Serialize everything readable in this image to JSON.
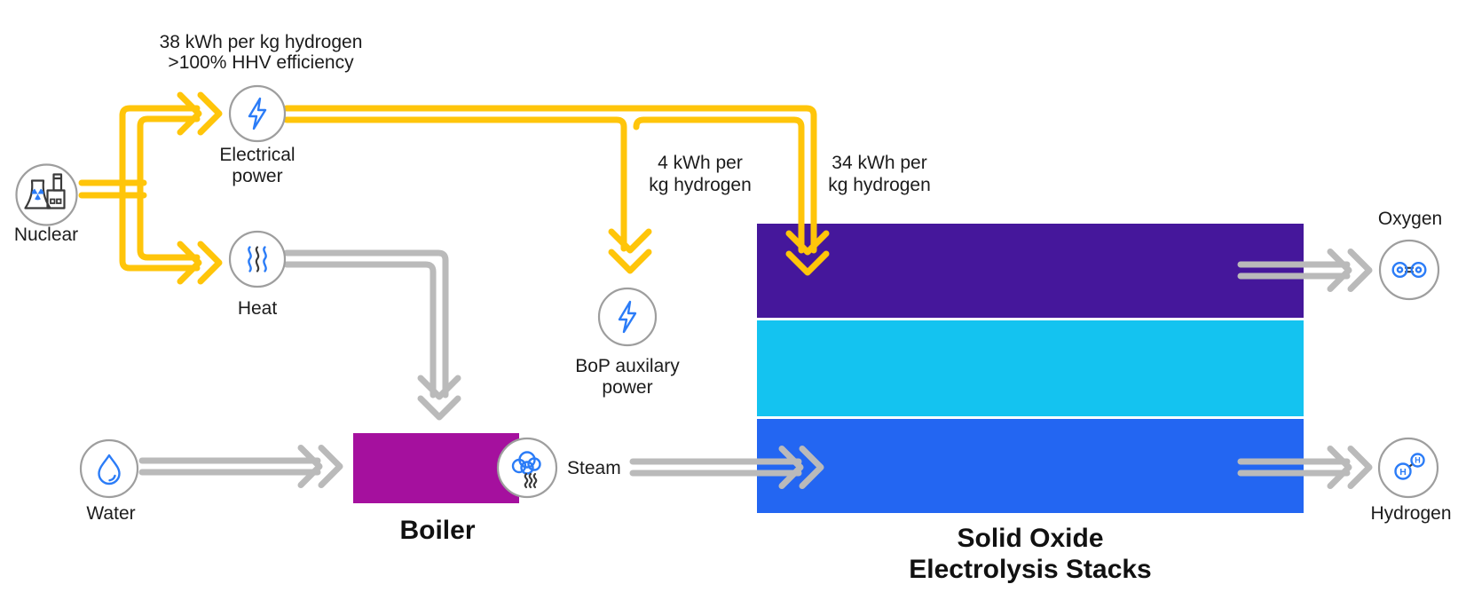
{
  "diagram": {
    "colors": {
      "electricity_yellow": "#FFC50A",
      "flow_gray": "#BABABA",
      "node_border_gray": "#9E9E9E",
      "icon_blue": "#2B7CF7",
      "icon_dark": "#3A3A3A",
      "boiler_magenta": "#A5109E",
      "stack_purple": "#45179B",
      "stack_cyan": "#14C3F0",
      "stack_blue": "#2366F2",
      "text_dark": "#1C1C1C"
    },
    "notes": {
      "electrical": {
        "line1": "38 kWh per kg hydrogen",
        "line2": ">100% HHV efficiency"
      },
      "bop": {
        "line1": "4 kWh per",
        "line2": "kg hydrogen"
      },
      "stack": {
        "line1": "34 kWh per",
        "line2": "kg hydrogen"
      }
    },
    "nodes": {
      "nuclear": {
        "label": "Nuclear"
      },
      "electrical_power": {
        "line1": "Electrical",
        "line2": "power"
      },
      "heat": {
        "label": "Heat"
      },
      "water": {
        "label": "Water"
      },
      "steam": {
        "label": "Steam"
      },
      "bop": {
        "line1": "BoP auxilary",
        "line2": "power"
      },
      "oxygen": {
        "label": "Oxygen"
      },
      "hydrogen": {
        "label": "Hydrogen"
      }
    },
    "blocks": {
      "boiler": {
        "label": "Boiler"
      },
      "stacks": {
        "line1": "Solid Oxide",
        "line2": "Electrolysis Stacks"
      }
    },
    "icons": {
      "h_atom_label": "H"
    }
  }
}
